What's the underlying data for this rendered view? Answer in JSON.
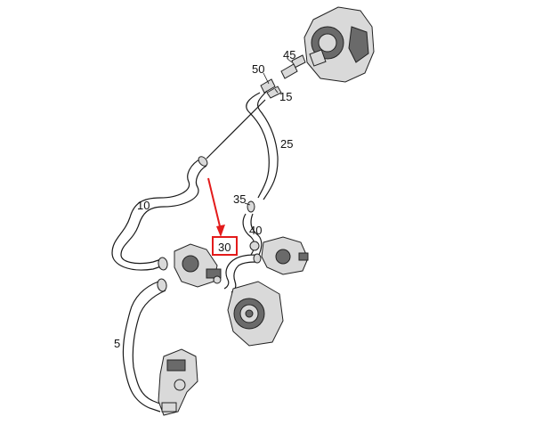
{
  "labels": {
    "p5": "5",
    "p10": "10",
    "p15": "15",
    "p25": "25",
    "p30": "30",
    "p35": "35",
    "p40": "40",
    "p45": "45",
    "p50": "50"
  },
  "colors": {
    "highlight": "#e31b1b",
    "line": "#1a1a1a",
    "part_fill": "#d9d9d9"
  }
}
